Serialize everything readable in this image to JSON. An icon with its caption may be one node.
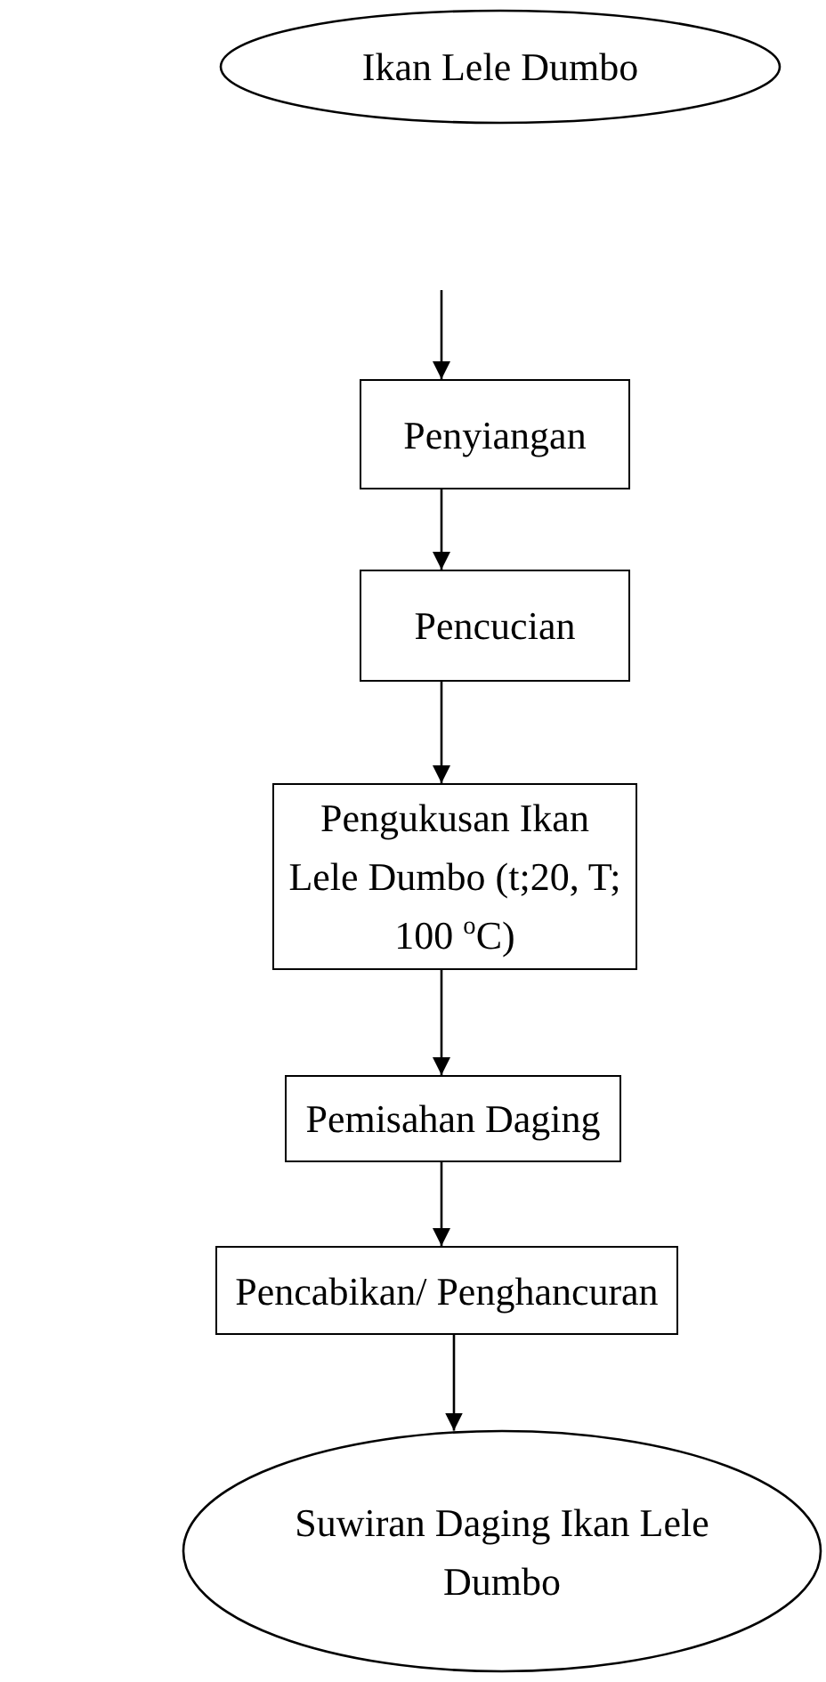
{
  "diagram": {
    "nodes": [
      {
        "text": [
          "Ikan Lele Dumbo"
        ]
      },
      {
        "text": [
          "Penyiangan"
        ]
      },
      {
        "text": [
          "Pencucian"
        ]
      },
      {
        "text": [
          "Pengukusan Ikan Lele Dumbo (t;20, T; 100 $^{o}$C)"
        ]
      },
      {
        "text": [
          "Pemisahan Daging"
        ]
      },
      {
        "text": [
          "Pencabikan/ Penghancuran"
        ]
      },
      {
        "text": [
          "Suwiran Daging Ikan Lele Dumbo"
        ]
      }
    ],
    "edges": [
      {
        "from": null,
        "to": 1,
        "arrow": "to"
      },
      {
        "from": 1,
        "to": 2,
        "arrow": "to"
      },
      {
        "from": 2,
        "to": 3,
        "arrow": "to"
      },
      {
        "from": 3,
        "to": 4,
        "arrow": "to"
      },
      {
        "from": 4,
        "to": 5,
        "arrow": "to"
      },
      {
        "from": 5,
        "to": 6,
        "arrow": "to"
      }
    ]
  }
}
